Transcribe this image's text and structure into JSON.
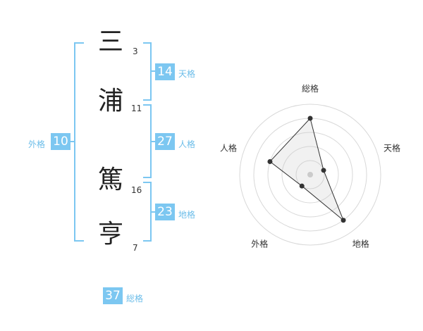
{
  "name": {
    "chars": [
      {
        "kanji": "三",
        "strokes": "3"
      },
      {
        "kanji": "浦",
        "strokes": "11"
      },
      {
        "kanji": "篤",
        "strokes": "16"
      },
      {
        "kanji": "亨",
        "strokes": "7"
      }
    ]
  },
  "fortunes": {
    "tenkaku": {
      "value": "14",
      "label": "天格"
    },
    "jinkaku": {
      "value": "27",
      "label": "人格"
    },
    "chikaku": {
      "value": "23",
      "label": "地格"
    },
    "gaikaku": {
      "value": "10",
      "label": "外格"
    },
    "soukaku": {
      "value": "37",
      "label": "総格"
    }
  },
  "colors": {
    "accent": "#7cc7f1",
    "accent_text": "#6cbde9"
  },
  "chart_data": {
    "type": "radar",
    "axes": [
      "総格",
      "天格",
      "地格",
      "外格",
      "人格"
    ],
    "values": [
      4,
      1,
      4,
      1,
      3
    ],
    "rmax": 5,
    "grid": true
  }
}
